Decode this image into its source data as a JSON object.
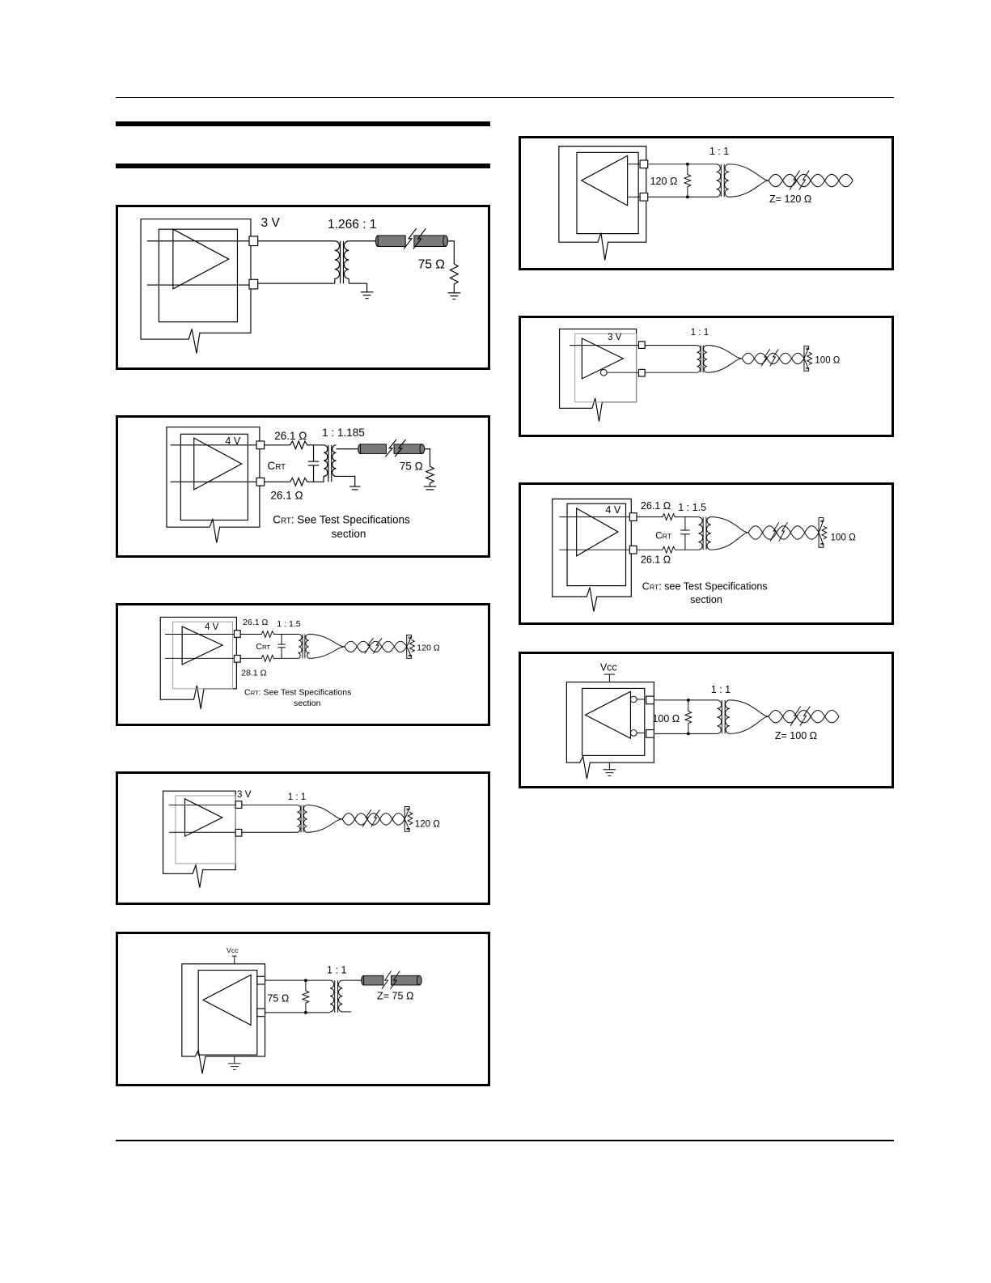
{
  "figures": [
    {
      "id": "fig1",
      "supply": "3 V",
      "ratio": "1.266 : 1",
      "load": "75 Ω"
    },
    {
      "id": "fig2",
      "supply": "4 V",
      "series_top": "26.1 Ω",
      "series_bottom": "26.1 Ω",
      "ratio": "1 : 1.185",
      "load": "75 Ω",
      "cap_label_main": "C",
      "cap_label_sub": "RT",
      "note_main": "C",
      "note_sub": "RT",
      "note_rest": ":  See Test Specifications",
      "note_line2": "section"
    },
    {
      "id": "fig3",
      "supply": "4 V",
      "series_top": "26.1 Ω",
      "series_bottom": "28.1 Ω",
      "ratio": "1 : 1.5",
      "load": "120 Ω",
      "cap_label_main": "C",
      "cap_label_sub": "RT",
      "note_main": "C",
      "note_sub": "RT",
      "note_rest": ":  See Test Specifications",
      "note_line2": "section"
    },
    {
      "id": "fig4",
      "supply": "3 V",
      "ratio": "1 : 1",
      "load": "120 Ω"
    },
    {
      "id": "fig5",
      "vcc": "Vcc",
      "ratio": "1 : 1",
      "shunt": "75 Ω",
      "impedance": "Z= 75 Ω"
    },
    {
      "id": "fig6",
      "ratio": "1 : 1",
      "shunt": "120 Ω",
      "impedance": "Z= 120 Ω"
    },
    {
      "id": "fig7",
      "supply": "3 V",
      "ratio": "1 : 1",
      "load": "100 Ω"
    },
    {
      "id": "fig8",
      "supply": "4 V",
      "series_top": "26.1 Ω",
      "series_bottom": "26.1 Ω",
      "ratio": "1 : 1.5",
      "load": "100 Ω",
      "cap_label_main": "C",
      "cap_label_sub": "RT",
      "note_main": "C",
      "note_sub": "RT",
      "note_rest": ": see Test Specifications",
      "note_line2": "section"
    },
    {
      "id": "fig9",
      "vcc": "Vcc",
      "ratio": "1 : 1",
      "shunt": "100 Ω",
      "impedance": "Z= 100 Ω"
    }
  ]
}
